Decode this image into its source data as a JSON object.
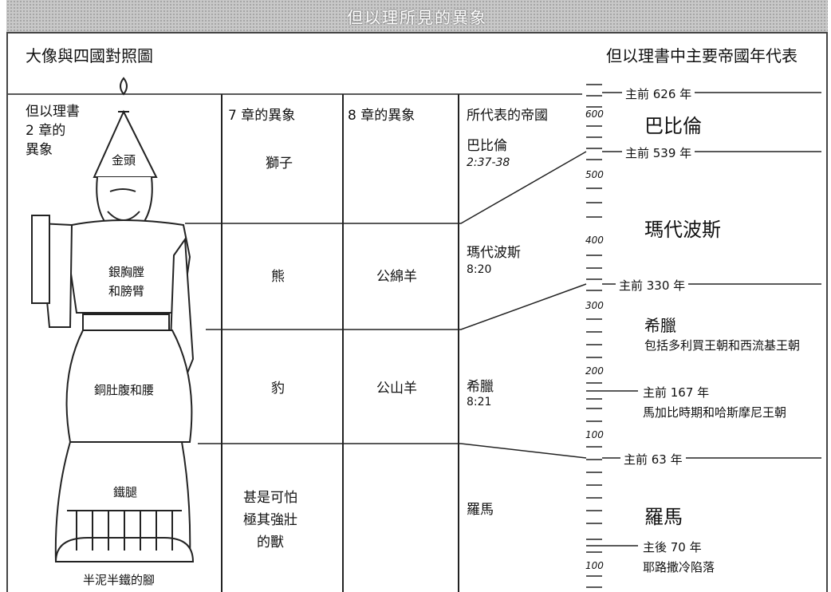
{
  "banner": {
    "title": "但以理所見的異象"
  },
  "headers": {
    "left_title": "大像與四國對照圖",
    "right_title": "但以理書中主要帝國年代表"
  },
  "columns": {
    "c1": "但以理書\n2 章的\n異象",
    "c2": "7 章的異象",
    "c3": "8 章的異象",
    "c4": "所代表的帝國"
  },
  "statue": {
    "head": "金頭",
    "chest_line1": "銀胸膛",
    "chest_line2": "和膀臂",
    "belly": "銅肚腹和腰",
    "legs": "鐵腿",
    "feet": "半泥半鐵的腳"
  },
  "rows": [
    {
      "ch7": "獅子",
      "ch8": "",
      "empire": "巴比倫",
      "ref": "2:37-38"
    },
    {
      "ch7": "熊",
      "ch8": "公綿羊",
      "empire": "瑪代波斯",
      "ref": "8:20"
    },
    {
      "ch7": "豹",
      "ch8": "公山羊",
      "empire": "希臘",
      "ref": "8:21"
    },
    {
      "ch7": "甚是可怕\n極其強壯\n的獸",
      "ch8": "",
      "empire": "羅馬",
      "ref": ""
    }
  ],
  "timeline": {
    "ticks": [
      "600",
      "500",
      "400",
      "300",
      "200",
      "100",
      "100"
    ],
    "markers": [
      {
        "label": "主前 626 年"
      },
      {
        "label": "主前 539 年"
      },
      {
        "label": "主前 330 年"
      },
      {
        "label": "主前 167 年"
      },
      {
        "label": "主前 63 年"
      },
      {
        "label": "主後 70 年"
      }
    ],
    "empires": [
      {
        "name": "巴比倫"
      },
      {
        "name": "瑪代波斯"
      },
      {
        "name": "希臘",
        "sub": "包括多利買王朝和西流基王朝"
      },
      {
        "name": "羅馬"
      }
    ],
    "notes": {
      "maccabee": "馬加比時期和哈斯摩尼王朝",
      "jerusalem": "耶路撒冷陷落"
    }
  }
}
